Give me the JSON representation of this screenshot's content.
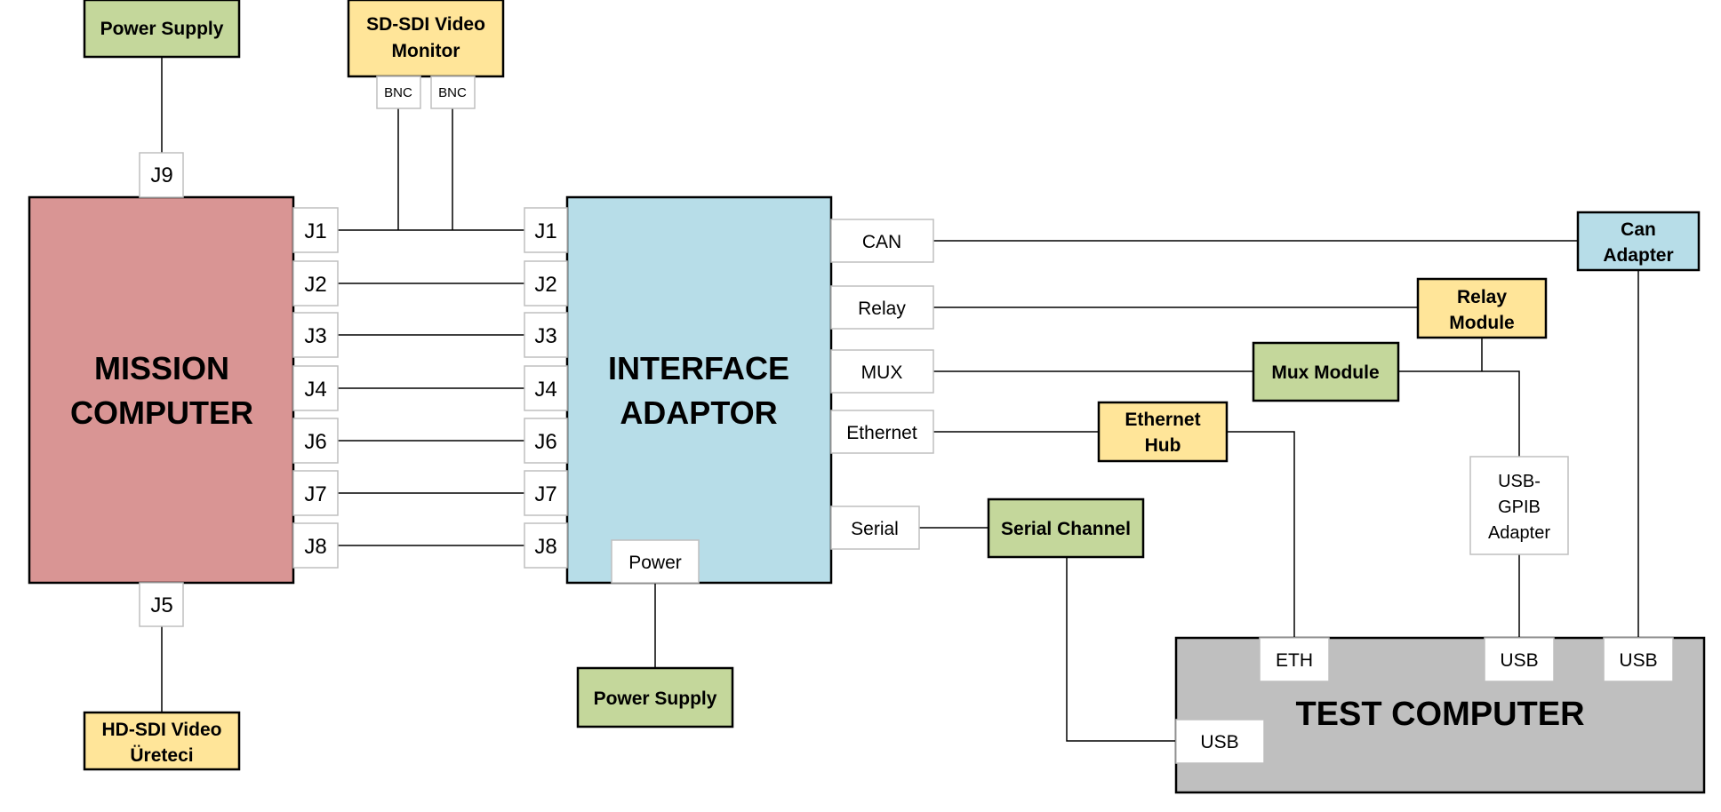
{
  "colors": {
    "mission": "#d99594",
    "interface": "#b7dde8",
    "yellow": "#ffe599",
    "green": "#c4d79b",
    "blue": "#b7dde8",
    "test": "#bfbfbf",
    "line": "#000000",
    "port_border": "#bfbfbf"
  },
  "blocks": {
    "mission_computer": {
      "line1": "MISSION",
      "line2": "COMPUTER"
    },
    "interface_adaptor": {
      "line1": "INTERFACE",
      "line2": "ADAPTOR"
    },
    "test_computer": {
      "label": "TEST COMPUTER"
    },
    "power_supply_top": {
      "label": "Power Supply"
    },
    "power_supply_bottom": {
      "label": "Power Supply"
    },
    "sd_sdi_monitor": {
      "line1": "SD-SDI Video",
      "line2": "Monitor"
    },
    "hd_sdi_generator": {
      "line1": "HD-SDI Video",
      "line2": "Üreteci"
    },
    "can_adapter": {
      "line1": "Can",
      "line2": "Adapter"
    },
    "relay_module": {
      "line1": "Relay",
      "line2": "Module"
    },
    "mux_module": {
      "label": "Mux Module"
    },
    "ethernet_hub": {
      "line1": "Ethernet",
      "line2": "Hub"
    },
    "serial_channel": {
      "label": "Serial Channel"
    },
    "usb_gpib_adapter": {
      "line1": "USB-",
      "line2": "GPIB",
      "line3": "Adapter"
    }
  },
  "ports": {
    "mc_top": "J9",
    "mc_bottom": "J5",
    "mc_right": [
      "J1",
      "J2",
      "J3",
      "J4",
      "J6",
      "J7",
      "J8"
    ],
    "ia_left": [
      "J1",
      "J2",
      "J3",
      "J4",
      "J6",
      "J7",
      "J8"
    ],
    "ia_right": [
      "CAN",
      "Relay",
      "MUX",
      "Ethernet",
      "Serial"
    ],
    "ia_power": "Power",
    "monitor_bnc": [
      "BNC",
      "BNC"
    ],
    "tc_eth": "ETH",
    "tc_usb_gpib": "USB",
    "tc_usb_can": "USB",
    "tc_usb_serial": "USB"
  }
}
